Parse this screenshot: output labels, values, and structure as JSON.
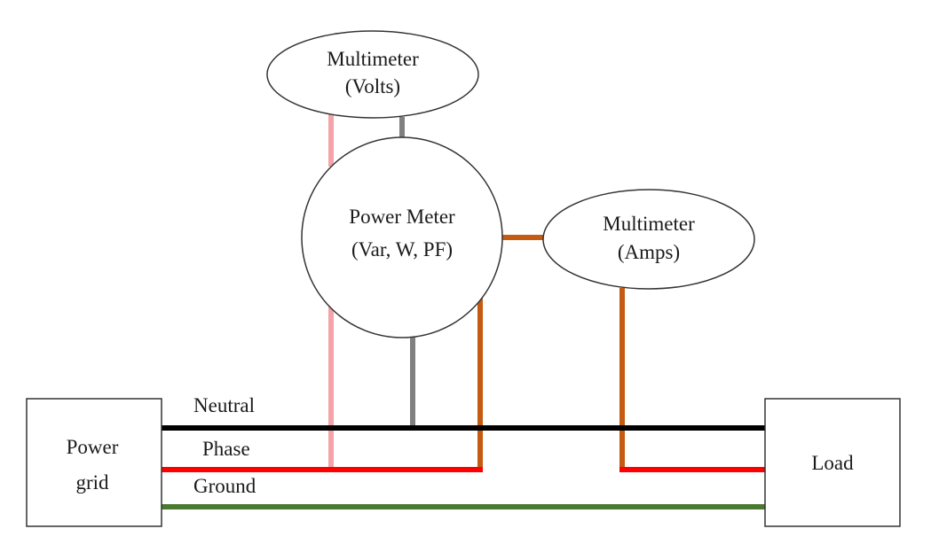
{
  "nodes": {
    "multimeter_volts": {
      "line1": "Multimeter",
      "line2": "(Volts)"
    },
    "power_meter": {
      "line1": "Power Meter",
      "line2": "(Var, W, PF)"
    },
    "multimeter_amps": {
      "line1": "Multimeter",
      "line2": "(Amps)"
    },
    "power_grid": {
      "line1": "Power",
      "line2": "grid"
    },
    "load": {
      "label": "Load"
    }
  },
  "wires": {
    "neutral": {
      "label": "Neutral",
      "color": "#000000"
    },
    "phase": {
      "label": "Phase",
      "color": "#ff0000"
    },
    "ground": {
      "label": "Ground",
      "color": "#4a7a30"
    }
  },
  "probe_colors": {
    "pink": "#f4a3a8",
    "gray": "#808080",
    "orange": "#c55a11"
  }
}
